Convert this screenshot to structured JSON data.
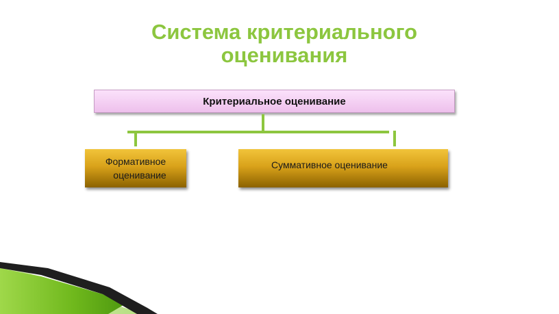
{
  "slide": {
    "title": "Система критериального оценивания"
  },
  "diagram": {
    "root": {
      "label": "Критериальное оценивание"
    },
    "children": [
      {
        "label": "Формативное оценивание"
      },
      {
        "label": "Суммативное оценивание"
      }
    ]
  },
  "colors": {
    "title": "#8cc63f",
    "connector": "#8dc63f",
    "root_fill": "#f2c8f0",
    "child_fill": "#d9a21a",
    "decor_green": "#7dc22a",
    "decor_dark": "#1f1f1f"
  }
}
